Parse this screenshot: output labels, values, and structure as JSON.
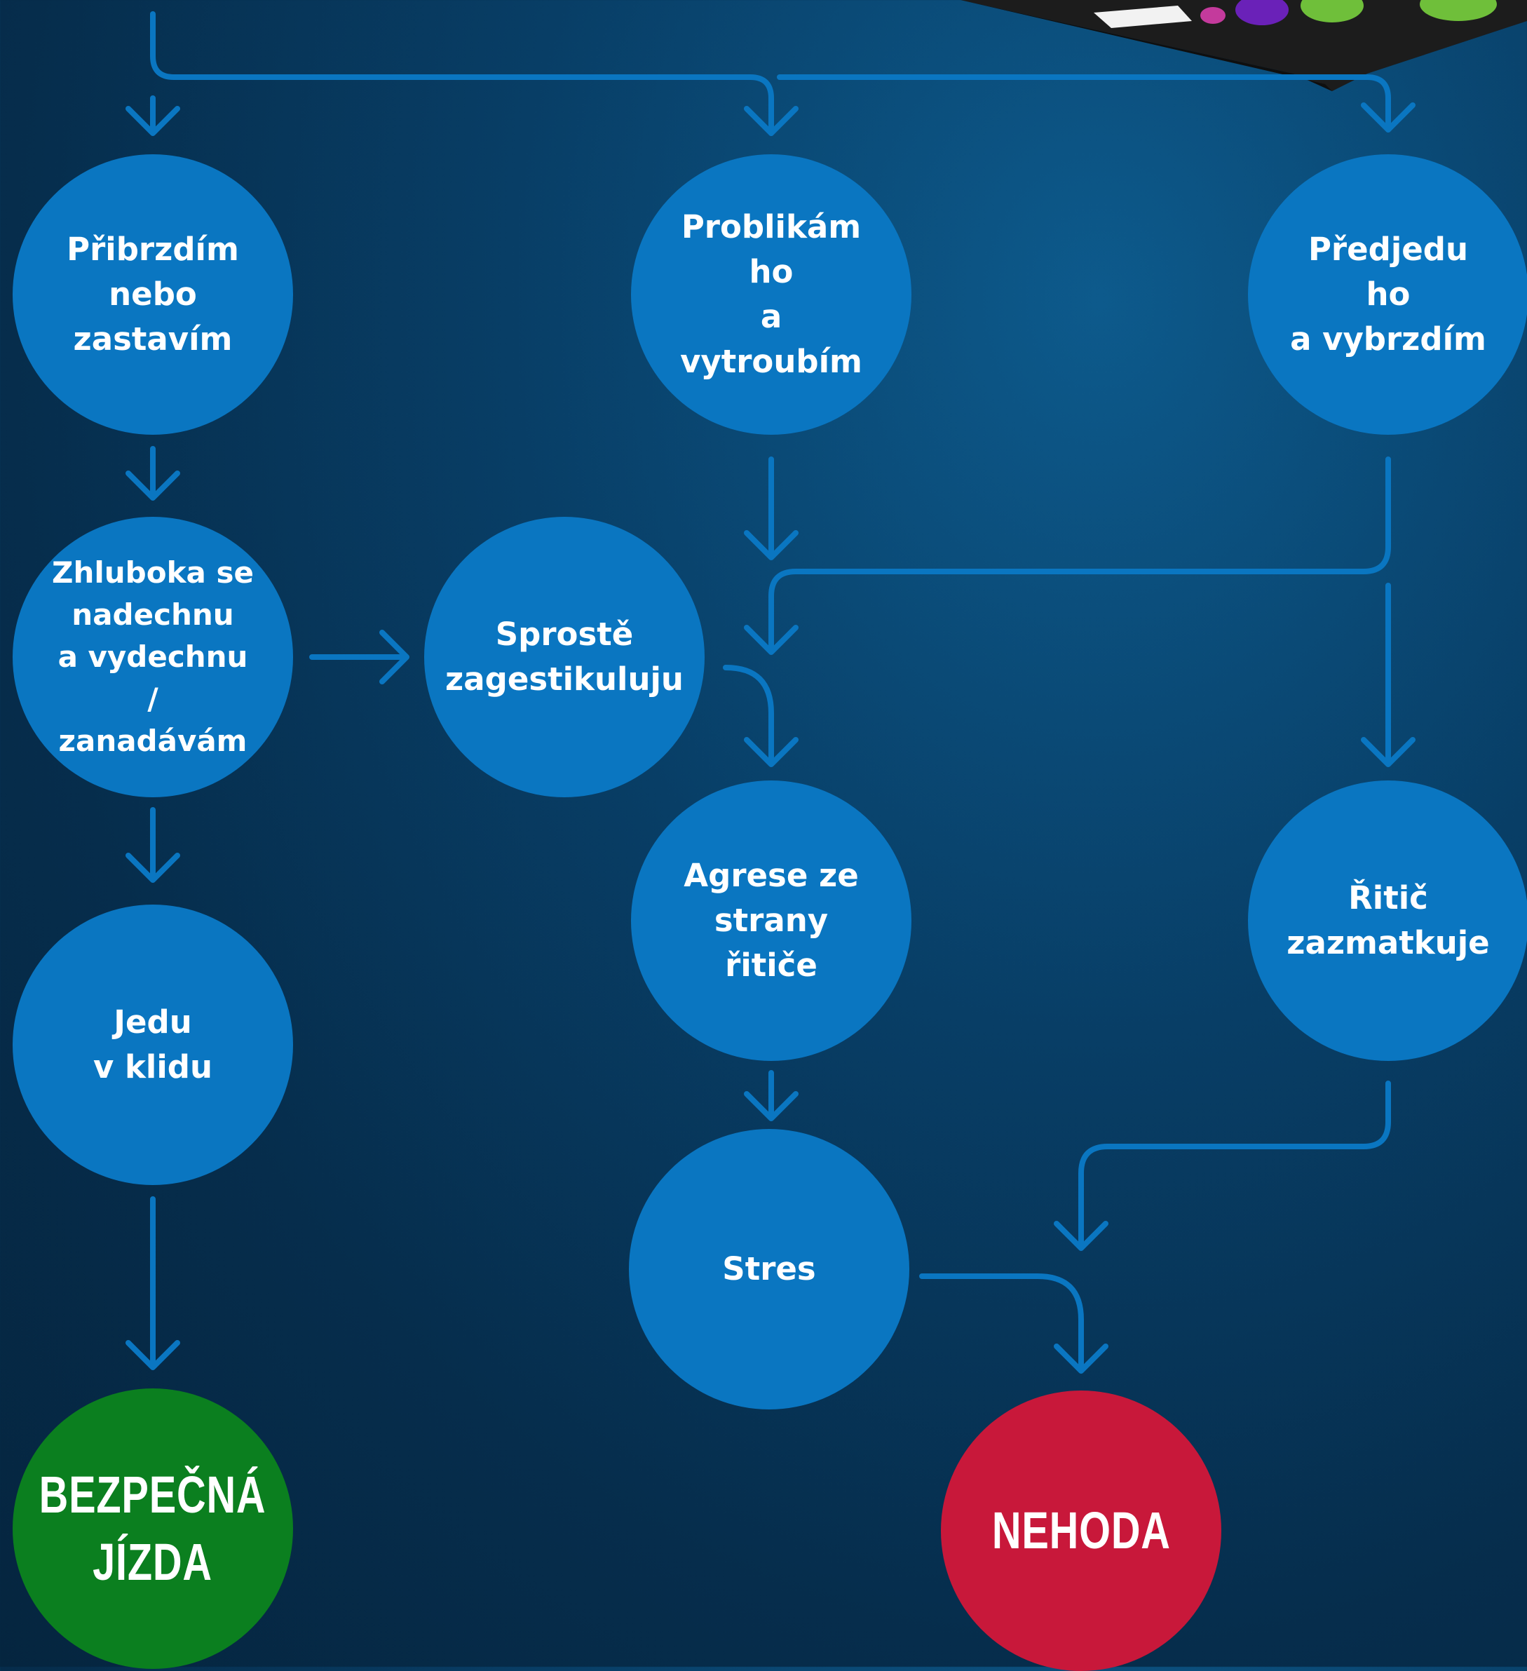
{
  "colors": {
    "background": "#05253f",
    "node": "#0a76c1",
    "safe_outcome": "#0b7f1f",
    "accident_outcome": "#c8183a",
    "arrow": "#0a76c1",
    "text": "#ffffff"
  },
  "nodes": {
    "brake_or_stop": "Přibrzdím\nnebo\nzastavím",
    "flash_and_honk": "Problikám ho\na vytroubím",
    "overtake_and_brake": "Předjedu ho\na vybrzdím",
    "breathe_or_swear": "Zhluboka se\nnadechnu\na vydechnu /\nzanadávám",
    "rude_gesture": "Sprostě\nzagestikuluju",
    "drive_calmly": "Jedu\nv klidu",
    "tailgater_aggression": "Agrese ze\nstrany řitiče",
    "tailgater_panics": "Řitič\nzazmatkuje",
    "stress": "Stres"
  },
  "outcomes": {
    "safe_ride": "BEZPEČNÁ\nJÍZDA",
    "accident": "NEHODA"
  },
  "illustration": "board-game-corner"
}
